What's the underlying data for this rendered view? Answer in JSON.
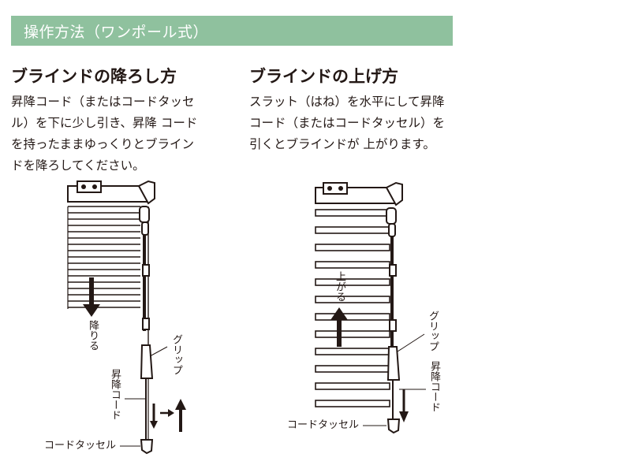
{
  "header": {
    "title": "操作方法（ワンポール式）"
  },
  "lower": {
    "title": "ブラインドの降ろし方",
    "lines": [
      "昇降コード（またはコードタッセ",
      "ル）を下に少し引き、昇降 コード",
      "を持ったままゆっくりとブライン",
      "ドを降ろしてください。"
    ],
    "label_down": "降りる",
    "label_grip": "グリップ",
    "label_cord": "昇降コード",
    "label_tassel": "コードタッセル"
  },
  "raise": {
    "title": "ブラインドの上げ方",
    "lines": [
      "スラット（はね）を水平にして昇降",
      "コード（またはコードタッセル）を",
      "引くとブラインドが 上がります。"
    ],
    "label_up": "上がる",
    "label_grip": "グリップ",
    "label_cord": "昇降コード",
    "label_tassel": "コードタッセル"
  },
  "colors": {
    "header_bg": "#8fc19e",
    "header_text": "#ffffff",
    "text": "#231815"
  }
}
